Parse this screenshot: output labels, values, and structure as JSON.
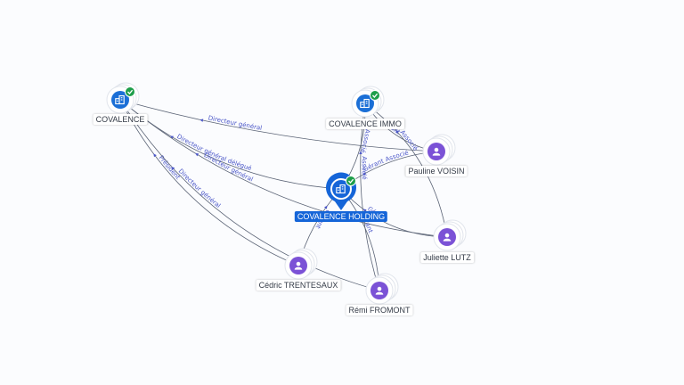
{
  "colors": {
    "company": "#1b6fd6",
    "person": "#7b52d6",
    "check": "#1e9e4a",
    "selected": "#1565d8",
    "edge": "#5a6375",
    "edge_label": "#4a56c8"
  },
  "nodes": [
    {
      "id": "covalence",
      "label": "COVALENCE",
      "kind": "company",
      "verified": true,
      "icon": "building-icon"
    },
    {
      "id": "immo",
      "label": "COVALENCE IMMO",
      "kind": "company",
      "verified": true,
      "icon": "building-icon"
    },
    {
      "id": "holding",
      "label": "COVALENCE HOLDING",
      "kind": "company",
      "verified": true,
      "selected": true,
      "icon": "building-icon"
    },
    {
      "id": "pauline",
      "label": "Pauline VOISIN",
      "kind": "person",
      "icon": "person-icon"
    },
    {
      "id": "juliette",
      "label": "Juliette LUTZ",
      "kind": "person",
      "icon": "person-icon"
    },
    {
      "id": "cedric",
      "label": "Cédric TRENTESAUX",
      "kind": "person",
      "icon": "person-icon"
    },
    {
      "id": "remi",
      "label": "Rémi FROMONT",
      "kind": "person",
      "icon": "person-icon"
    }
  ],
  "edges": [
    {
      "from": "covalence",
      "to": "pauline",
      "label": "Directeur général"
    },
    {
      "from": "covalence",
      "to": "holding",
      "label": "Directeur général délégué"
    },
    {
      "from": "covalence",
      "to": "juliette",
      "label": "Directeur général"
    },
    {
      "from": "covalence",
      "to": "cedric",
      "label": "Président"
    },
    {
      "from": "covalence",
      "to": "remi",
      "label": "Directeur général"
    },
    {
      "from": "immo",
      "to": "holding",
      "label": "Associé"
    },
    {
      "from": "immo",
      "to": "pauline",
      "label": "Gérant"
    },
    {
      "from": "immo",
      "to": "juliette",
      "label": "Associé"
    },
    {
      "from": "immo",
      "to": "remi",
      "label": "Associé"
    },
    {
      "from": "holding",
      "to": "pauline",
      "label": "Gérant Associé"
    },
    {
      "from": "holding",
      "to": "juliette",
      "label": "Gérant"
    },
    {
      "from": "holding",
      "to": "cedric",
      "label": "Gérant"
    },
    {
      "from": "holding",
      "to": "remi",
      "label": "Gérant"
    }
  ]
}
